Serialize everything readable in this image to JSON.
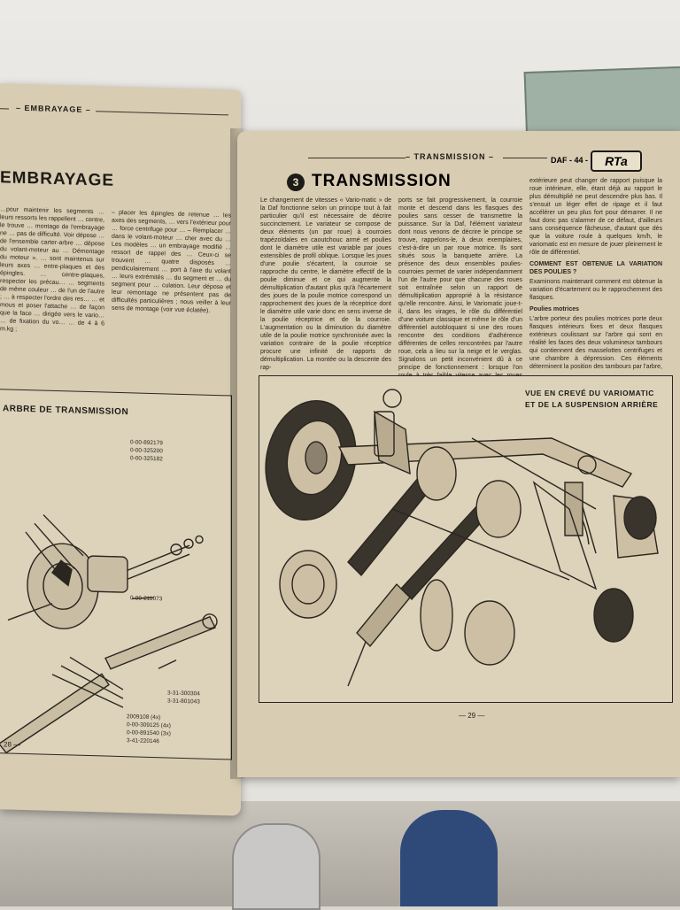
{
  "left_page": {
    "running_head": "– EMBRAYAGE –",
    "title": "EMBRAYAGE",
    "column_left": "…pour maintenir les segments … leurs ressorts les rappellent … centre, le trouve … montage de l'embrayage ne … pas de difficulté. Voir dépose … de l'ensemble carter-arbre … dépose du volant-moteur au … Démontage du moteur ». … sont maintenus sur leurs axes … entre-plaques et des épingles. … centre-plaques, respecter les précau… … segments de même couleur … de l'un de l'autre ; … à respecter l'ordre des res… … et mous et poser l'attache … de façon que la face … dirigée vers le vario… … de fixation du vo… … de 4 à 6 m.kg ;",
    "column_right": "– placer les épingles de retenue … les axes des segments, … vers l'extérieur pour … force centrifuge pour … – Remplacer … dans le volant-moteur … cher avec du … Les modèles … un embrayage modifié … ressort de rappel des … Ceux-ci se trouvent … quatre disposés … pendiculairement … port à l'axe du volant … leurs extrémités … du segment et … du segment pour … culation. Leur dépose et leur remontage ne présentent pas de difficultés particulières ; nous veiller à leur sens de montage (voir vue éclatée).",
    "diagram_title": "ARBRE DE TRANSMISSION",
    "part_labels": [
      "0-00-892179",
      "0-00-325200",
      "0-00-325182",
      "0-00-211073",
      "3-31-300304",
      "3-31-801043",
      "2009108 (4x)",
      "0-00-309125 (4x)",
      "0-00-891540 (3x)",
      "3-41-220146"
    ],
    "page_number": "28 —"
  },
  "right_page": {
    "running_head": "– TRANSMISSION –",
    "info_tag": "DAF - 44 -",
    "logo_text": "RTa",
    "section_number": "3",
    "title": "TRANSMISSION",
    "col1": "Le changement de vitesses « Vario-matic » de la Daf fonctionne selon un principe tout à fait particulier qu'il est nécessaire de décrire succinctement. Le variateur se compose de deux éléments (un par roue) à courroies trapézoïdales en caoutchouc armé et poulies dont le diamètre utile est variable par joues extensibles de profil oblique. Lorsque les joues d'une poulie s'écartent, la courroie se rapproche du centre, le diamètre effectif de la poulie diminue et ce qui augmente la démultiplication d'autant plus qu'à l'écartement des joues de la poulie motrice correspond un rapprochement des joues de la réceptrice dont le diamètre utile varie donc en sens inverse de la poulie réceptrice et de la courroie. L'augmentation ou la diminution du diamètre utile de la poulie motrice synchronisée avec la variation contraire de la poulie réceptrice procure une infinité de rapports de démultiplication. La montée ou la descente des rap-",
    "col2": "ports se fait progressivement, la courroie monte et descend dans les flasques des poulies sans cesser de transmettre la puissance. Sur la Daf, l'élément variateur dont nous venons de décrire le principe se trouve, rappelons-le, à deux exemplaires, c'est-à-dire un par roue motrice. Ils sont situés sous la banquette arrière. La présence des deux ensembles poulies-courroies permet de varier indépendamment l'un de l'autre pour que chacune des roues soit entraînée selon un rapport de démultiplication approprié à la résistance qu'elle rencontre. Ainsi, le Variomatic joue-t-il, dans les virages, le rôle du différentiel d'une voiture classique et même le rôle d'un différentiel autobloquant si une des roues rencontre des conditions d'adhérence différentes de celles rencontrées par l'autre roue, cela a lieu sur la neige et le verglas. Signalons un petit inconvénient dû à ce principe de fonctionnement : lorsque l'on roule à très faible vitesse avec les roues braquées à fond, seule la roue",
    "col3_intro": "extérieure peut changer de rapport puisque la roue intérieure, elle, étant déjà au rapport le plus démultiplié ne peut descendre plus bas. Il s'ensuit un léger effet de ripage et il faut accélérer un peu plus fort pour démarrer. Il ne faut donc pas s'alarmer de ce défaut, d'ailleurs sans conséquence fâcheuse, d'autant que dès que la voiture roule à quelques km/h, le variomatic est en mesure de jouer pleinement le rôle de différentiel.",
    "col3_heading": "COMMENT EST OBTENUE LA VARIATION DES POULIES ?",
    "col3_body1": "Examinons maintenant comment est obtenue la variation d'écartement ou le rapprochement des flasques.",
    "col3_subheading": "Poulies motrices",
    "col3_body2": "L'arbre porteur des poulies motrices porte deux flasques intérieurs fixes et deux flasques extérieurs coulissant sur l'arbre qui sont en réalité les faces des deux volumineux tambours qui contiennent des masselottes centrifuges et une chambre à dépression. Ces éléments déterminent la position des tambours par l'arbre, donc l'écartement des flasques des poulies et, par conséquent, le diamètre utile des poulies motrices.",
    "figure_title_line1": "VUE EN CREVÉ DU VARIOMATIC",
    "figure_title_line2": "ET DE LA SUSPENSION ARRIÈRE",
    "page_number": "— 29 —"
  },
  "colors": {
    "paper": "#d8ccb2",
    "ink": "#1d1b17",
    "cloth": "#e6e4df"
  }
}
